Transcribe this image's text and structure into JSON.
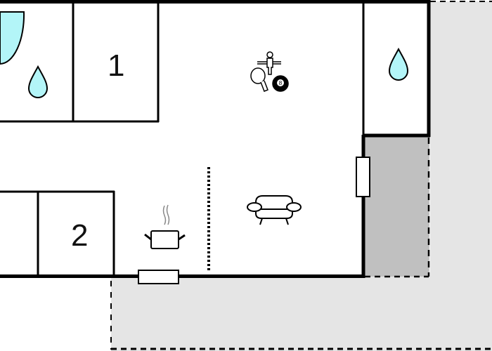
{
  "floorplan": {
    "rooms": [
      {
        "id": "bedroom-1",
        "label": "1"
      },
      {
        "id": "bedroom-2",
        "label": "2"
      }
    ],
    "icons": {
      "bathroom_left": "water-drop-icon",
      "bathroom_right": "water-drop-icon",
      "shower": "shower-quarter-circle-icon",
      "games": "games-room-icon",
      "kitchen": "cooking-pot-icon",
      "living": "sofa-icon"
    },
    "billiard_ball_number": "8",
    "colors": {
      "wall": "#000000",
      "water": "#b3f5f8",
      "terrace": "#e5e5e5",
      "covered_terrace": "#c0c0c0",
      "floor": "#ffffff",
      "steam": "#888888"
    }
  }
}
